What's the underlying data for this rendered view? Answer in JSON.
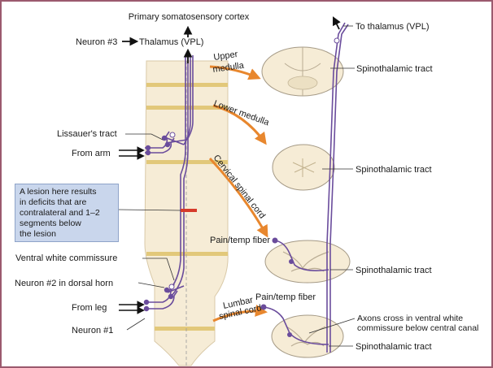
{
  "labels": {
    "cortex": "Primary somatosensory cortex",
    "neuron3": "Neuron #3",
    "thalamus": "Thalamus (VPL)",
    "lissauer": "Lissauer's tract",
    "from_arm": "From arm",
    "ventral_commissure": "Ventral white commissure",
    "neuron2": "Neuron #2 in dorsal horn",
    "from_leg": "From leg",
    "neuron1": "Neuron #1",
    "to_thalamus": "To thalamus (VPL)",
    "upper_medulla_1": "Upper",
    "upper_medulla_2": "medulla",
    "lower_medulla": "Lower medulla",
    "cervical": "Cervical spinal cord",
    "lumbar_1": "Lumbar",
    "lumbar_2": "spinal cord",
    "spinothalamic_1": "Spinothalamic tract",
    "spinothalamic_2": "Spinothalamic tract",
    "spinothalamic_3": "Spinothalamic tract",
    "spinothalamic_4": "Spinothalamic tract",
    "pain_temp_1": "Pain/temp fiber",
    "pain_temp_2": "Pain/temp fiber",
    "axons_cross_1": "Axons cross in ventral white",
    "axons_cross_2": "commissure below central canal"
  },
  "note": {
    "line1": "A lesion here results",
    "line2": "in deficits that are",
    "line3": "contralateral and 1–2",
    "line4": "segments below",
    "line5": "the lesion"
  },
  "colors": {
    "pathway": "#6a4c9c",
    "arrow_orange": "#e8872e",
    "cord_fill": "#f6ecd6",
    "band": "#e2c87a",
    "lesion": "#d63a2a",
    "note_fill": "#c9d6ec",
    "frame": "#9b5a6e"
  }
}
